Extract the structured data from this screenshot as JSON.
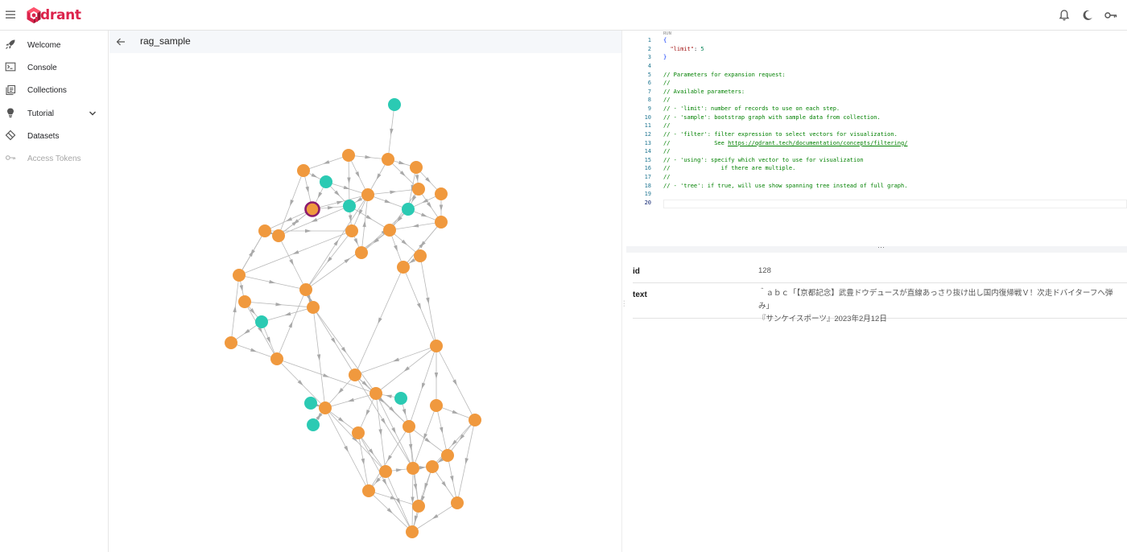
{
  "app": {
    "logo_text": "drant",
    "brand_color": "#dc244c"
  },
  "topbar": {
    "icons": [
      "bell-icon",
      "moon-icon",
      "key-icon"
    ]
  },
  "sidebar": {
    "items": [
      {
        "label": "Welcome",
        "icon": "rocket-icon"
      },
      {
        "label": "Console",
        "icon": "terminal-icon"
      },
      {
        "label": "Collections",
        "icon": "collections-icon"
      },
      {
        "label": "Tutorial",
        "icon": "lightbulb-icon",
        "expandable": true
      },
      {
        "label": "Datasets",
        "icon": "datasets-icon"
      },
      {
        "label": "Access Tokens",
        "icon": "key-icon",
        "disabled": true
      }
    ]
  },
  "graph": {
    "collection_name": "rag_sample",
    "node_colors": {
      "orange": "#f0993e",
      "teal": "#2bcab3",
      "selected_ring": "#8b1c6e"
    }
  },
  "editor": {
    "run_label": "RUN",
    "lines": [
      "{",
      "  \"limit\": 5",
      "}",
      "",
      "// Parameters for expansion request:",
      "//",
      "// Available parameters:",
      "//",
      "// - 'limit': number of records to use on each step.",
      "// - 'sample': bootstrap graph with sample data from collection.",
      "//",
      "// - 'filter': filter expression to select vectors for visualization.",
      "//             See ",
      "//",
      "// - 'using': specify which vector to use for visualization",
      "//               if there are multiple.",
      "//",
      "// - 'tree': if true, will use show spanning tree instead of full graph.",
      "",
      ""
    ],
    "link": "https://qdrant.tech/documentation/concepts/filtering/"
  },
  "details": {
    "id_key": "id",
    "id_value": "128",
    "text_key": "text",
    "text_value_line1": "＾ａｂｃ「【京都記念】武豊ドウデュースが直線あっさり抜け出し国内復帰戦Ｖ！次走ドバイターフへ弾み」",
    "text_value_line2": "『サンケイスポーツ』2023年2月12日"
  }
}
